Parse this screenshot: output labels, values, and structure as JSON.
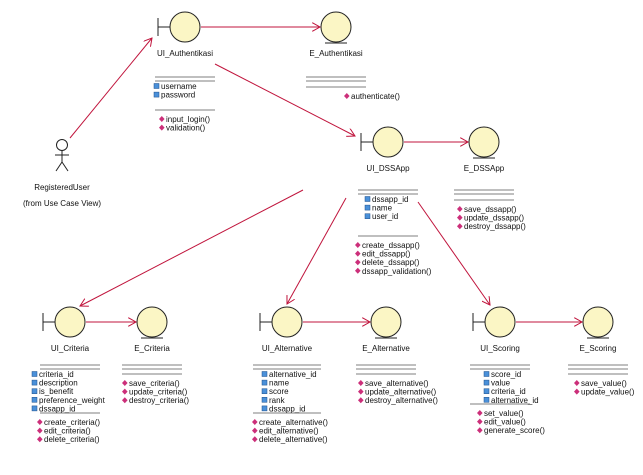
{
  "actor": {
    "name": "RegisteredUser",
    "note": "(from Use Case View)"
  },
  "classes": {
    "ui_auth": {
      "name": "UI_Authentikasi",
      "attributes": [
        "username",
        "password"
      ],
      "operations": [
        "input_login()",
        "validation()"
      ]
    },
    "e_auth": {
      "name": "E_Authentikasi",
      "attributes": [],
      "operations": [
        "authenticate()"
      ]
    },
    "ui_dss": {
      "name": "UI_DSSApp",
      "attributes": [
        "dssapp_id",
        "name",
        "user_id"
      ],
      "operations": [
        "create_dssapp()",
        "edit_dssapp()",
        "delete_dssapp()",
        "dssapp_validation()"
      ]
    },
    "e_dss": {
      "name": "E_DSSApp",
      "attributes": [],
      "operations": [
        "save_dssapp()",
        "update_dssapp()",
        "destroy_dssapp()"
      ]
    },
    "ui_crit": {
      "name": "UI_Criteria",
      "attributes": [
        "criteria_id",
        "description",
        "is_benefit",
        "preference_weight",
        "dssapp_id"
      ],
      "operations": [
        "create_criteria()",
        "edit_criteria()",
        "delete_criteria()"
      ]
    },
    "e_crit": {
      "name": "E_Criteria",
      "attributes": [],
      "operations": [
        "save_criteria()",
        "update_criteria()",
        "destroy_criteria()"
      ]
    },
    "ui_alt": {
      "name": "UI_Alternative",
      "attributes": [
        "alternative_id",
        "name",
        "score",
        "rank",
        "dssapp_id"
      ],
      "operations": [
        "create_alternative()",
        "edit_alternative()",
        "delete_alternative()"
      ]
    },
    "e_alt": {
      "name": "E_Alternative",
      "attributes": [],
      "operations": [
        "save_alternative()",
        "update_alternative()",
        "destroy_alternative()"
      ]
    },
    "ui_score": {
      "name": "UI_Scoring",
      "attributes": [
        "score_id",
        "value",
        "criteria_id",
        "alternative_id"
      ],
      "operations": [
        "set_value()",
        "edit_value()",
        "generate_score()"
      ]
    },
    "e_score": {
      "name": "E_Scoring",
      "attributes": [],
      "operations": [
        "save_value()",
        "update_value()"
      ]
    }
  },
  "colors": {
    "line": "#c0143c",
    "icon_fill": "#fbf6c5",
    "stroke": "#222222",
    "attr_icon": "#4a90d9",
    "op_icon": "#cc2f7a"
  }
}
